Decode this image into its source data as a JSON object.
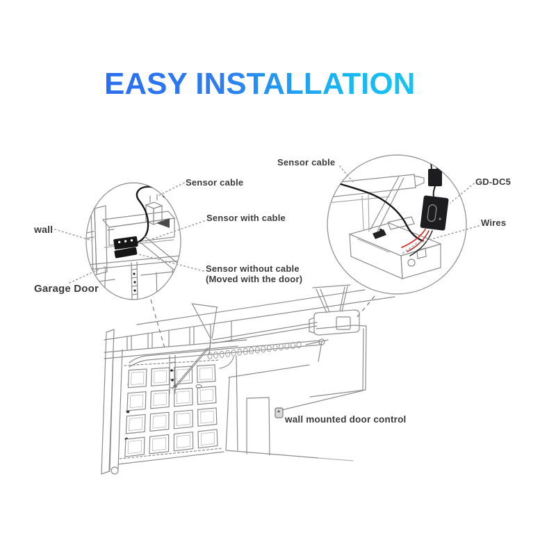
{
  "title": "EASY INSTALLATION",
  "colors": {
    "title_gradient_start": "#2b6ef0",
    "title_gradient_end": "#15c2f4",
    "label_text": "#3b3b3b",
    "line_art": "#8c8c8c",
    "device_black": "#1b1b1d",
    "wire_red": "#d8312a"
  },
  "callouts": {
    "left": {
      "labels": {
        "sensor_cable": "Sensor cable",
        "sensor_with_cable": "Sensor with cable",
        "sensor_without_cable": "Sensor without cable\n(Moved with the door)",
        "wall": "wall",
        "garage_door": "Garage Door"
      }
    },
    "right": {
      "labels": {
        "sensor_cable": "Sensor cable",
        "device_model": "GD-DC5",
        "wires": "Wires"
      }
    }
  },
  "overview": {
    "labels": {
      "wall_control": "wall mounted door control"
    }
  }
}
